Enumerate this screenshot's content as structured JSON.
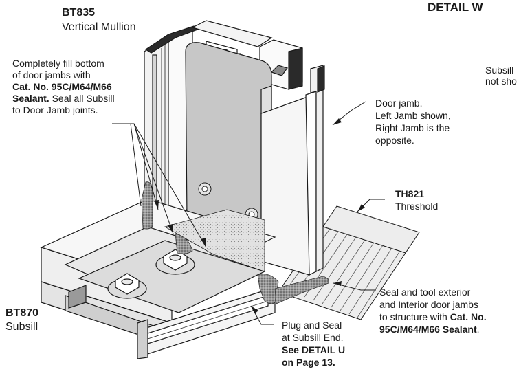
{
  "header": {
    "title": "DETAIL W"
  },
  "parts": {
    "mullion": {
      "code": "BT835",
      "name": "Vertical Mullion"
    },
    "subsill": {
      "code": "BT870",
      "name": "Subsill"
    },
    "threshold": {
      "code": "TH821",
      "name": "Threshold"
    }
  },
  "notes": {
    "fill": {
      "line1": "Completely fill bottom",
      "line2": "of door jambs with",
      "line3": "Cat. No. 95C/M64/M66",
      "line4": "Sealant.",
      "line4b": " Seal all Subsill",
      "line5": "to Door Jamb joints."
    },
    "subsill_note": {
      "line1": "Subsill",
      "line2": "not sho"
    },
    "jamb": {
      "line1": "Door jamb.",
      "line2": "Left Jamb shown,",
      "line3": "Right Jamb is the",
      "line4": "opposite."
    },
    "seal_tool": {
      "line1": "Seal and tool exterior",
      "line2": "and Interior door jambs",
      "line3a": "to structure with ",
      "line3b": "Cat. No.",
      "line4a": "95C/M64/M66 Sealant",
      "line4b": "."
    },
    "plug": {
      "line1": "Plug and Seal",
      "line2": "at Subsill End.",
      "line3": "See DETAIL U",
      "line4": "on Page 13."
    }
  },
  "colors": {
    "line": "#1a1a1a",
    "metal": "#f4f4f4",
    "shade": "#c8c8c8",
    "dark": "#2a2a2a"
  }
}
